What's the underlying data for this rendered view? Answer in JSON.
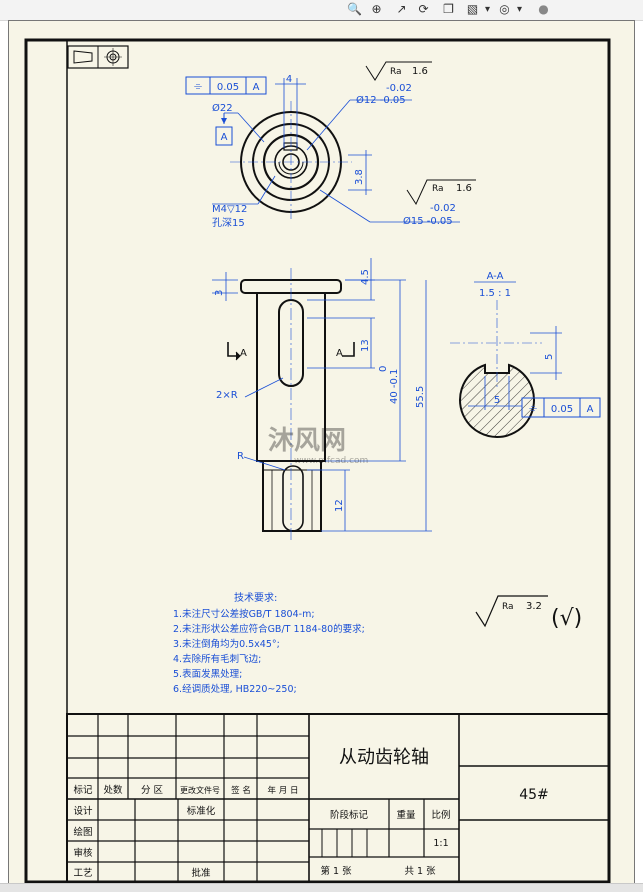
{
  "toolbar": {
    "icons": [
      "zoom-fit-icon",
      "zoom-area-icon",
      "zoom-previous-icon",
      "rotate-view-icon",
      "view-orientation-icon",
      "display-style-icon",
      "dropdown-icon",
      "hide-show-icon",
      "dropdown-icon",
      "appearance-icon"
    ],
    "dropdown_glyph": "▾"
  },
  "drawing": {
    "top_view": {
      "tolerance_frame": {
        "symbol": "⌯",
        "value": "0.05",
        "datum": "A"
      },
      "dim_width": "4",
      "dim_phi22": "Ø22",
      "datum_label": "A",
      "roughness1": {
        "label": "Ra",
        "value": "1.6"
      },
      "tol_phi12_upper": "-0.02",
      "tol_phi12_text": "Ø12 -0.05",
      "dim_38": "3.8",
      "roughness2": {
        "label": "Ra",
        "value": "1.6"
      },
      "tol_phi15_upper": "-0.02",
      "tol_phi15_text": "Ø15 -0.05",
      "thread_note1": "M4▽12",
      "thread_note2": "孔深15"
    },
    "side_view": {
      "dim_3": "3",
      "dim_45": "4.5",
      "dim_13": "13",
      "dim_40_upper": "0",
      "dim_40": "40 -0.1",
      "dim_555": "55.5",
      "dim_12": "12",
      "section_mark_left": "A",
      "section_mark_right": "A",
      "radius_note": "2×R",
      "radius_note2": "R"
    },
    "section_view": {
      "title": "A-A",
      "scale": "1.5 : 1",
      "dim_5_right": "5",
      "dim_5_bottom": "5",
      "tolerance_frame": {
        "symbol": "⌯",
        "value": "0.05",
        "datum": "A"
      }
    },
    "watermark": {
      "brand": "沐风网",
      "url": "www.mfcad.com"
    },
    "notes": {
      "title": "技术要求:",
      "items": [
        "1.未注尺寸公差按GB/T 1804-m;",
        "2.未注形状公差应符合GB/T 1184-80的要求;",
        "3.未注倒角均为0.5x45°;",
        "4.去除所有毛刺飞边;",
        "5.表面发黑处理;",
        "6.经调质处理, HB220~250;"
      ]
    },
    "general_roughness": {
      "label": "Ra",
      "value": "3.2",
      "symbol": "(√)"
    }
  },
  "title_block": {
    "part_name": "从动齿轮轴",
    "material": "45#",
    "rev_headers": [
      "标记",
      "处数",
      "分 区",
      "更改文件号",
      "签 名",
      "年 月 日"
    ],
    "row_design": "设计",
    "row_standard": "标准化",
    "row_drawing": "绘图",
    "row_check": "审核",
    "row_process": "工艺",
    "row_approve": "批准",
    "stage_mark": "阶段标记",
    "weight": "重量",
    "ratio": "比例",
    "scale_value": "1:1",
    "sheet_info_1": "第 1 张",
    "sheet_info_2": "共 1 张"
  },
  "colors": {
    "dim": "#1a4fd6",
    "line": "#111111",
    "paper": "#f7f5e7"
  }
}
